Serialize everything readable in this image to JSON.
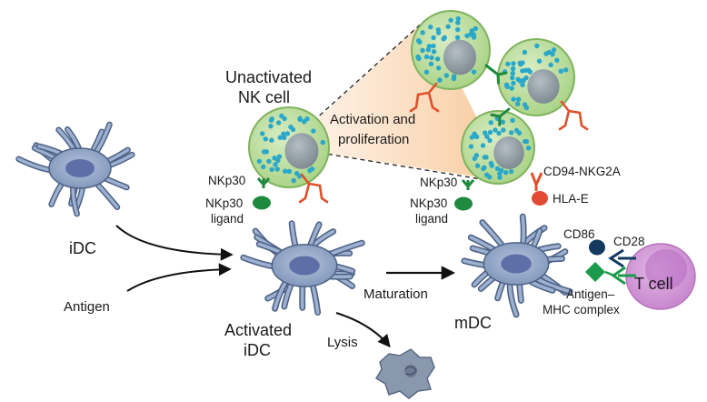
{
  "labels": {
    "unactivated_nk_line1": "Unactivated",
    "unactivated_nk_line2": "NK cell",
    "activation_line1": "Activation and",
    "activation_line2": "proliferation",
    "nkp30_left": "NKp30",
    "nkp30_ligand_left_line1": "NKp30",
    "nkp30_ligand_left_line2": "ligand",
    "nkp30_right": "NKp30",
    "nkp30_ligand_right_line1": "NKp30",
    "nkp30_ligand_right_line2": "ligand",
    "cd94": "CD94-NKG2A",
    "hla_e": "HLA-E",
    "cd86": "CD86",
    "cd28": "CD28",
    "t_cell": "T cell",
    "idc": "iDC",
    "antigen": "Antigen",
    "activated_line1": "Activated",
    "activated_line2": "iDC",
    "maturation": "Maturation",
    "mdc": "mDC",
    "lysis": "Lysis",
    "antigen_mhc_line1": "Antigen–",
    "antigen_mhc_line2": "MHC complex"
  },
  "colors": {
    "nk_cell_fill": "#b9dc9a",
    "nk_cell_stroke": "#7fb35e",
    "nk_granule": "#2aa7c9",
    "nk_nucleus": "#8a969e",
    "dc_body": "#8a9ebf",
    "dc_stroke": "#4d6286",
    "dc_nucleus": "#5e6fa8",
    "receptor_green": "#1f8a3d",
    "nkg2a_red": "#e0502b",
    "hla_e_red": "#e24a33",
    "cd86_navy": "#133a5e",
    "mhc_green": "#1a9a4a",
    "t_cell_fill": "#cf94d4",
    "t_cell_nucleus": "#b267bd",
    "cone_fill": "#f9d7b6"
  }
}
